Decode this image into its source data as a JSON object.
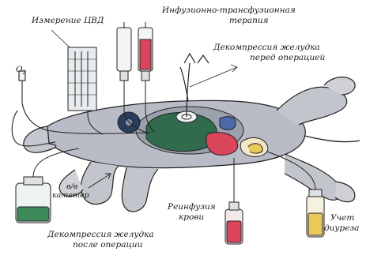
{
  "labels": {
    "cvp": "Измерение ЦВД",
    "infusion_line1": "Инфузионно-трансфузионная",
    "infusion_line2": "терапия",
    "decompression_pre_line1": "Декомпрессия желудка",
    "decompression_pre_line2": "перед операцией",
    "oxygen": "O",
    "oxygen_sub": "2",
    "catheter_line1": "в/в",
    "catheter_line2": "катетер",
    "decompression_post_line1": "Декомпрессия желудка",
    "decompression_post_line2": "после операции",
    "reinfusion_line1": "Реинфузия",
    "reinfusion_line2": "крови",
    "diuresis_line1": "Учет",
    "diuresis_line2": "диуреза"
  },
  "colors": {
    "blood": "#d9455a",
    "stomach_green": "#2f6b4c",
    "urine_yellow": "#e9c95a",
    "body_gray": "#b9bcc6",
    "outline": "#222222",
    "bottle_fill_green": "#3d8a5a"
  }
}
